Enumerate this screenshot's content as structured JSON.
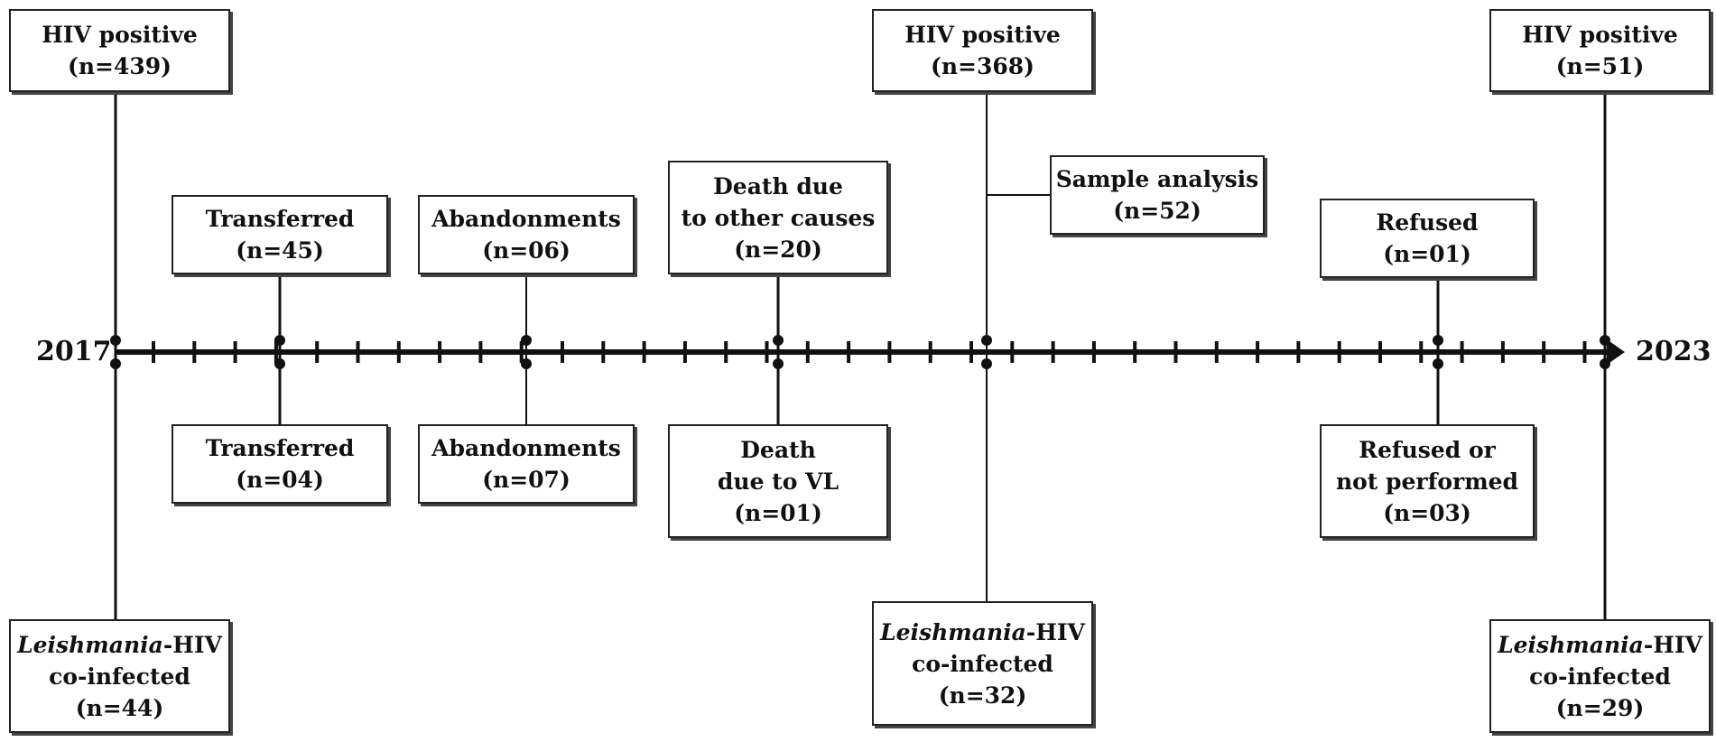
{
  "timeline": {
    "start_year": "2017",
    "end_year": "2023"
  },
  "boxes": {
    "hiv_2017": {
      "line1": "HIV positive",
      "line2": "(n=439)"
    },
    "transferred_top": {
      "line1": "Transferred",
      "line2": "(n=45)"
    },
    "abandon_top": {
      "line1": "Abandonments",
      "line2": "(n=06)"
    },
    "death_other": {
      "line1": "Death due",
      "line2": "to other causes",
      "line3": "(n=20)"
    },
    "hiv_mid": {
      "line1": "HIV positive",
      "line2": "(n=368)"
    },
    "sample": {
      "line1": "Sample analysis",
      "line2": "(n=52)"
    },
    "refused_top": {
      "line1": "Refused",
      "line2": "(n=01)"
    },
    "hiv_2023": {
      "line1": "HIV positive",
      "line2": "(n=51)"
    },
    "transferred_bottom": {
      "line1": "Transferred",
      "line2": "(n=04)"
    },
    "abandon_bottom": {
      "line1": "Abandonments",
      "line2": "(n=07)"
    },
    "death_vl": {
      "line1": "Death",
      "line2": "due to VL",
      "line3": "(n=01)"
    },
    "refused_bottom": {
      "line1": "Refused or",
      "line2": "not performed",
      "line3": "(n=03)"
    },
    "coinf_2017": {
      "italic": "Leishmania",
      "rest": "-HIV",
      "line2": "co-infected",
      "line3": "(n=44)"
    },
    "coinf_mid": {
      "italic": "Leishmania",
      "rest": "-HIV",
      "line2": "co-infected",
      "line3": "(n=32)"
    },
    "coinf_2023": {
      "italic": "Leishmania",
      "rest": "-HIV",
      "line2": "co-infected",
      "line3": "(n=29)"
    }
  }
}
